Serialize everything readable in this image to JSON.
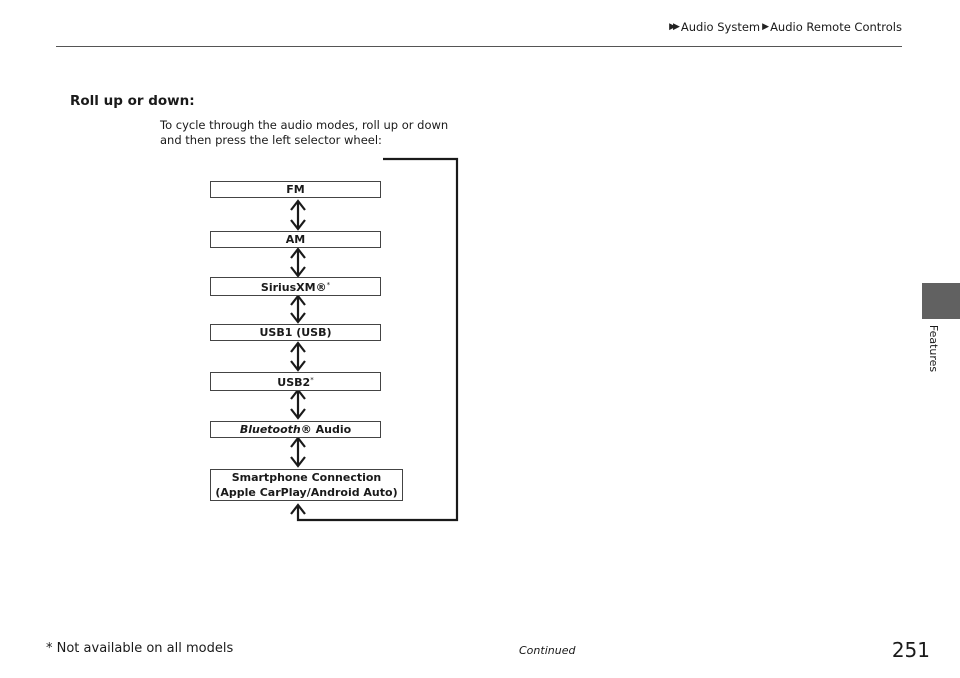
{
  "header": {
    "section": "Audio System",
    "subsection": "Audio Remote Controls"
  },
  "side_tab": {
    "label": "Features"
  },
  "content": {
    "heading": "Roll up or down:",
    "description_line1": "To cycle through the audio modes, roll up or down",
    "description_line2": "and then press the left selector wheel:",
    "modes": {
      "fm": "FM",
      "am": "AM",
      "siriusxm": "SiriusXM®",
      "usb1": "USB1 (USB)",
      "usb2": "USB2",
      "bluetooth_italic": "Bluetooth",
      "bluetooth_rest": "® Audio",
      "smartphone_line1": "Smartphone Connection",
      "smartphone_line2": "(Apple CarPlay/Android Auto)"
    },
    "asterisk": "*"
  },
  "footer": {
    "footnote": "* Not available on all models",
    "continued": "Continued",
    "page_number": "251"
  }
}
